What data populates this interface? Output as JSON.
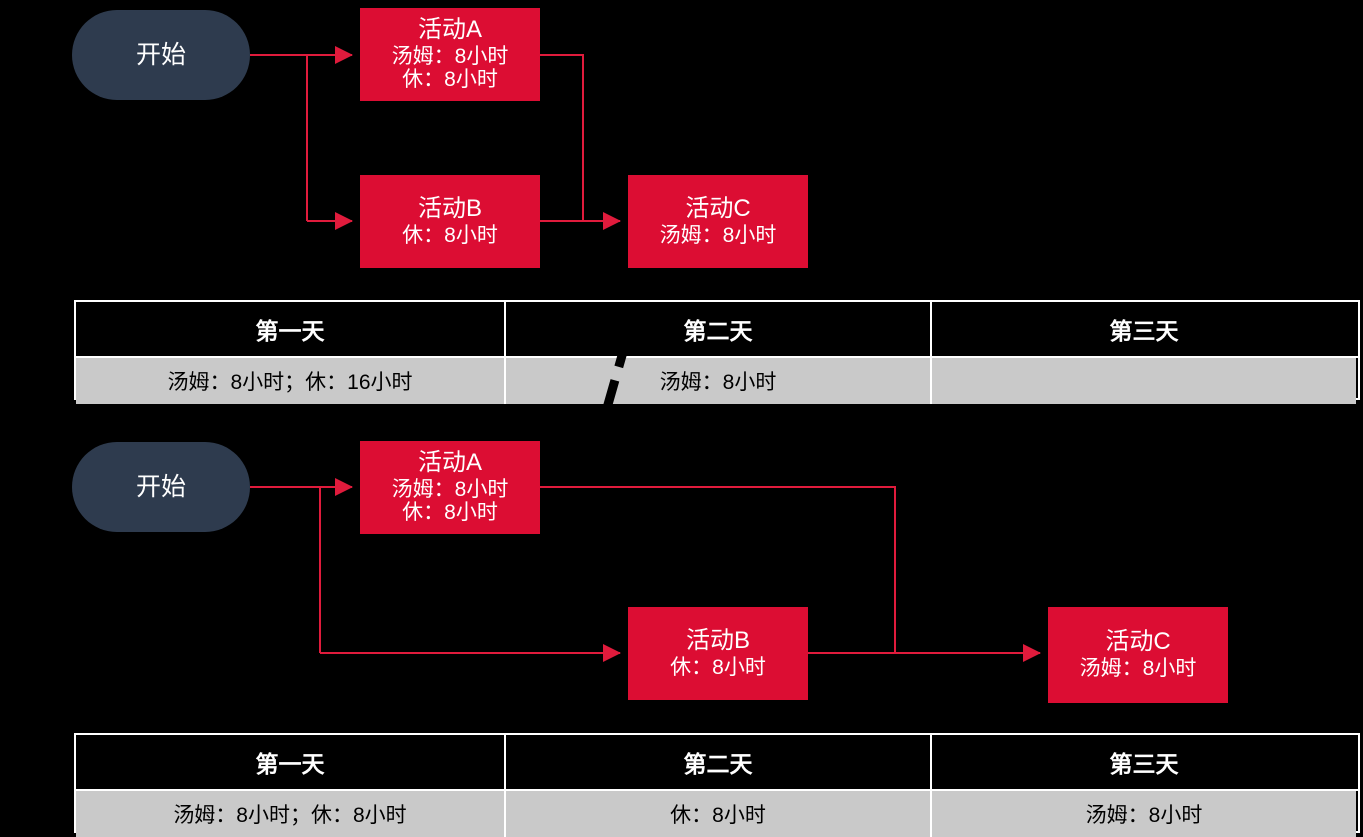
{
  "diagram_top": {
    "start": {
      "label": "开始"
    },
    "nodes": [
      {
        "id": "A",
        "title": "活动A",
        "line2": "汤姆：8小时",
        "line3": "休：8小时"
      },
      {
        "id": "B",
        "title": "活动B",
        "line2": "休：8小时",
        "line3": ""
      },
      {
        "id": "C",
        "title": "活动C",
        "line2": "汤姆：8小时",
        "line3": ""
      }
    ],
    "edges": [
      "开始→活动A",
      "开始→活动B",
      "活动A→活动C",
      "活动B→活动C"
    ]
  },
  "table_top": {
    "headers": [
      "第一天",
      "第二天",
      "第三天"
    ],
    "rows": [
      [
        "汤姆：8小时；休：16小时",
        "汤姆：8小时",
        ""
      ]
    ],
    "annotation": "diagonal-slash-mark"
  },
  "diagram_bottom": {
    "start": {
      "label": "开始"
    },
    "nodes": [
      {
        "id": "A",
        "title": "活动A",
        "line2": "汤姆：8小时",
        "line3": "休：8小时"
      },
      {
        "id": "B",
        "title": "活动B",
        "line2": "休：8小时",
        "line3": ""
      },
      {
        "id": "C",
        "title": "活动C",
        "line2": "汤姆：8小时",
        "line3": ""
      }
    ],
    "edges": [
      "开始→活动A",
      "开始→活动B",
      "活动A→活动C",
      "活动B→活动C"
    ]
  },
  "table_bottom": {
    "headers": [
      "第一天",
      "第二天",
      "第三天"
    ],
    "rows": [
      [
        "汤姆：8小时；休：8小时",
        "休：8小时",
        "汤姆：8小时"
      ]
    ]
  },
  "colors": {
    "background": "#000000",
    "activity_red": "#DC0D33",
    "start_navy": "#2E3B4E",
    "connector_red": "#E01B3C",
    "table_header_bg": "#000000",
    "table_body_bg": "#C9C9C9",
    "table_border": "#FFFFFF",
    "annotation_black": "#000000"
  }
}
